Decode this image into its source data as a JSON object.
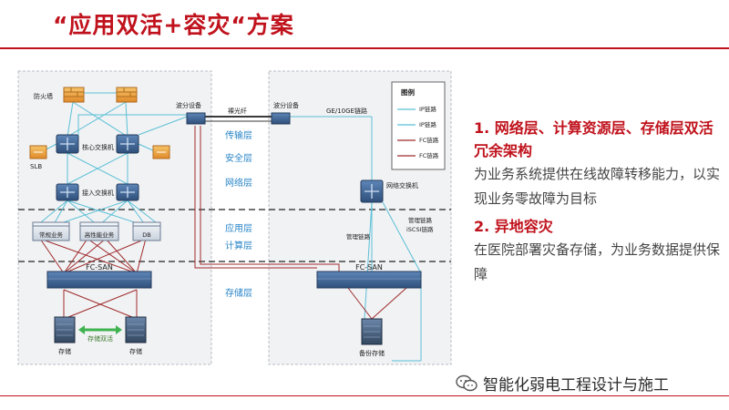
{
  "header": {
    "title": "“应用双活+容灾“方案"
  },
  "diagram": {
    "firewall_label": "防火墙",
    "slb_label": "SLB",
    "core_switch_label": "核心交换机",
    "access_switch_label": "接入交换机",
    "splitter_left": "波分设备",
    "splitter_right": "波分设备",
    "fiber_label": "裸光纤",
    "ge_link_label": "GE/10GE链路",
    "network_switch_label": "网络交换机",
    "server_app1": "常规业务",
    "server_app2": "高性能业务",
    "server_db": "DB",
    "fcsan_left": "FC-SAN",
    "fcsan_right": "FC-SAN",
    "storage_a": "存储",
    "storage_b": "存储",
    "storage_dual": "存储双活",
    "backup_storage": "备份存储",
    "mgmt_link_left": "管理链路",
    "mgmt_link_right": "管理链路",
    "iscsi_link": "iSCSI链路",
    "layers": {
      "transport": "传输层",
      "security": "安全层",
      "network": "网络层",
      "application": "应用层",
      "compute": "计算层",
      "storage": "存储层"
    },
    "legend": {
      "title": "图例",
      "items": [
        {
          "label": "IP链路",
          "color": "#5bc0d6"
        },
        {
          "label": "IP链路",
          "color": "#5bc0d6"
        },
        {
          "label": "FC链路",
          "color": "#9e2a2b"
        },
        {
          "label": "FC链路",
          "color": "#9e2a2b"
        }
      ]
    },
    "colors": {
      "ip_link": "#5bc0d6",
      "fc_link": "#9e2a2b",
      "device_blue": "#3a5f8f",
      "firewall_orange": "#e8a040",
      "layer_blue": "#2a86c8"
    }
  },
  "description": {
    "point1_heading": "1. 网络层、计算资源层、存储层双活冗余架构",
    "point1_body": "为业务系统提供在线故障转移能力，以实现业务零故障为目标",
    "point2_heading": "2. 异地容灾",
    "point2_body": "在医院部署灾备存储，为业务数据提供保障"
  },
  "footer": {
    "watermark": "智能化弱电工程设计与施工"
  }
}
